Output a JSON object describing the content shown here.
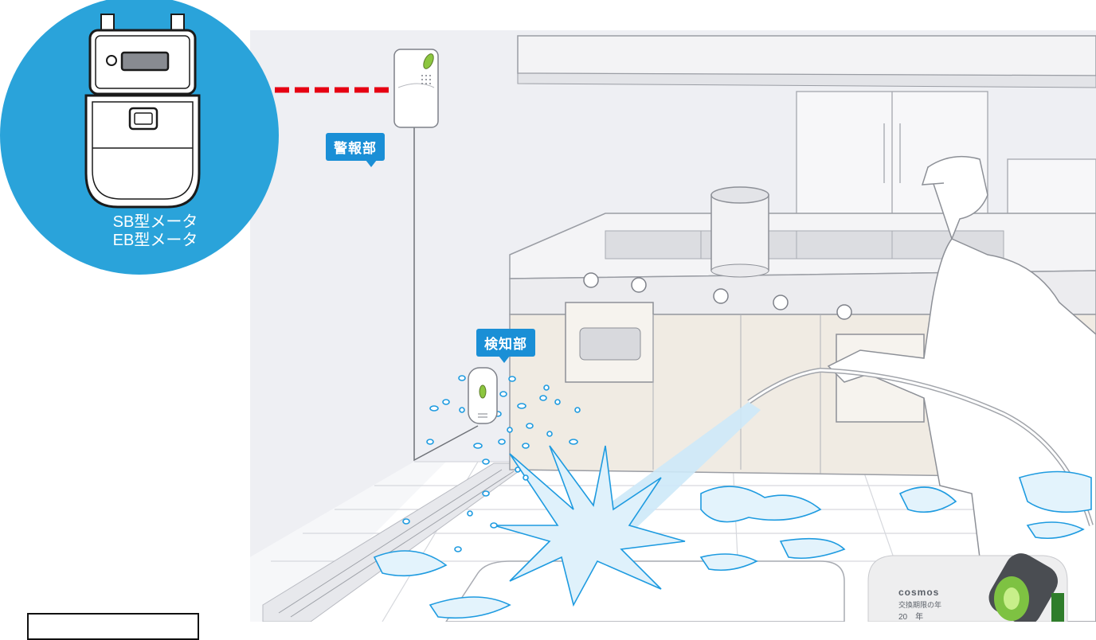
{
  "labels": {
    "alarm_unit": "警報部",
    "detector_unit": "検知部",
    "meter_line1": "SB型メータ",
    "meter_line2": "EB型メータ"
  },
  "device_photo": {
    "brand": "cosmos",
    "expiry_label": "交換期限の年",
    "year_text": "20　年"
  },
  "colors": {
    "callout_blue": "#1a8fd6",
    "circle_blue": "#2aa3da",
    "arrow_red": "#e60012",
    "water_blue": "#1e9be0",
    "indicator_green": "#8cc63f"
  },
  "icons": [
    "gas-meter-icon",
    "alarm-unit-icon",
    "detector-unit-icon",
    "dashed-arrow-icon"
  ]
}
